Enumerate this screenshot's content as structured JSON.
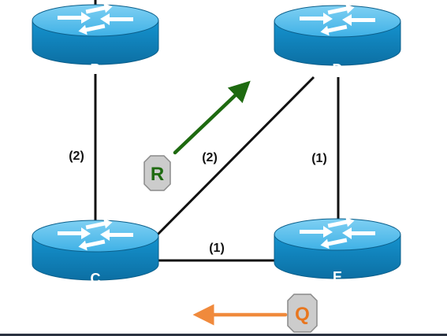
{
  "routers": [
    {
      "id": "B",
      "label": "B"
    },
    {
      "id": "D",
      "label": "D"
    },
    {
      "id": "C",
      "label": "C"
    },
    {
      "id": "E",
      "label": "E"
    }
  ],
  "links": [
    {
      "id": "B-C",
      "cost": "(2)"
    },
    {
      "id": "D-C",
      "cost": "(2)"
    },
    {
      "id": "D-E",
      "cost": "(1)"
    },
    {
      "id": "C-E",
      "cost": "(1)"
    }
  ],
  "packets": [
    {
      "id": "R",
      "label": "R",
      "color": "#1e6a10",
      "arrow_color": "#1e6a10"
    },
    {
      "id": "Q",
      "label": "Q",
      "color": "#e8761e",
      "arrow_color": "#f08a3c"
    }
  ],
  "colors": {
    "router_body": "#1a9ad6",
    "router_top": "#5ec0ee",
    "router_edge": "#0f6f9e",
    "link": "#111111",
    "tag_fill": "#c9c9c9"
  }
}
